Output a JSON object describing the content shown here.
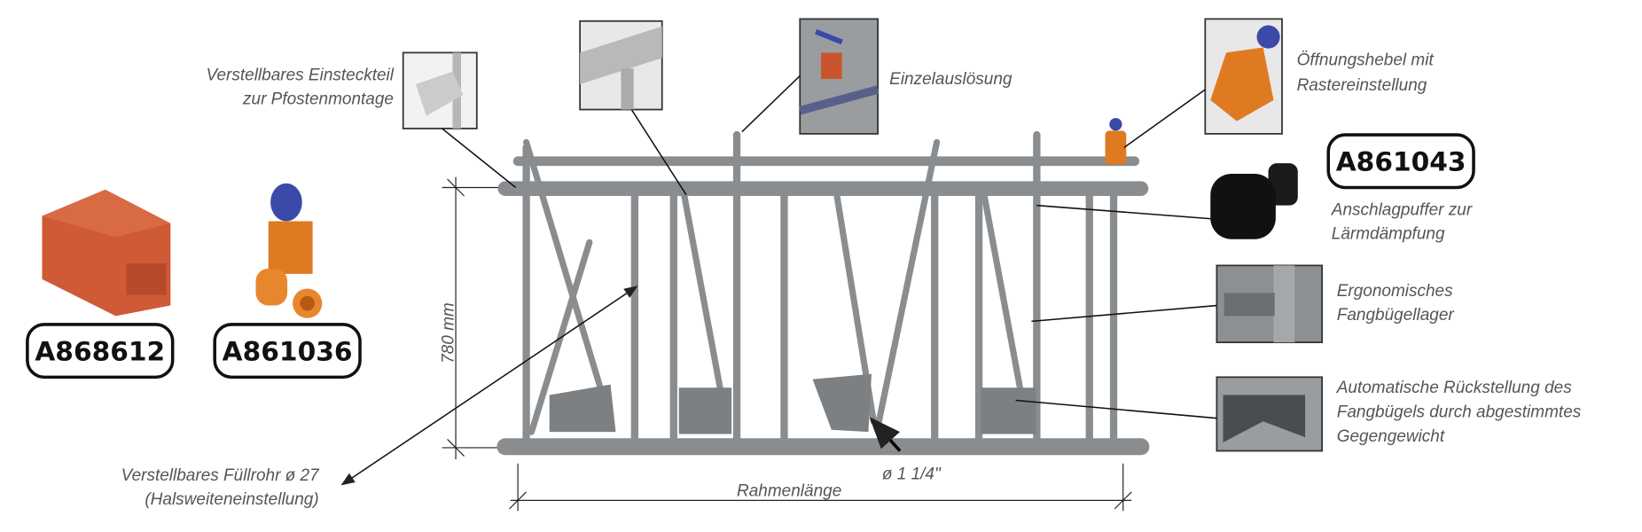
{
  "colors": {
    "pipe": "#8a8d90",
    "orange": "#e07a22",
    "red_block": "#cf5a36",
    "blue_knob": "#3b4aa8",
    "text": "#555555"
  },
  "part_numbers": [
    "A868612",
    "A861036",
    "A861043"
  ],
  "labels": {
    "einsteckteil": [
      "Verstellbares Einsteckteil",
      "zur Pfostenmontage"
    ],
    "einzelausloesung": "Einzelauslösung",
    "oeffnungshebel": [
      "Öffnungshebel mit",
      "Rastereinstellung"
    ],
    "anschlagpuffer": [
      "Anschlagpuffer zur",
      "Lärmdämpfung"
    ],
    "fangbuegellager": [
      "Ergonomisches",
      "Fangbügellager"
    ],
    "rueckstellung": [
      "Automatische Rückstellung des",
      "Fangbügels durch abgestimmtes",
      "Gegengewicht"
    ],
    "fuellrohr": [
      "Verstellbares Füllrohr ø 27",
      "(Halsweiteneinstellung)"
    ],
    "height_dim": "780 mm",
    "pipe_dim": "ø 1 1/4\"",
    "frame_length": "Rahmenlänge"
  }
}
